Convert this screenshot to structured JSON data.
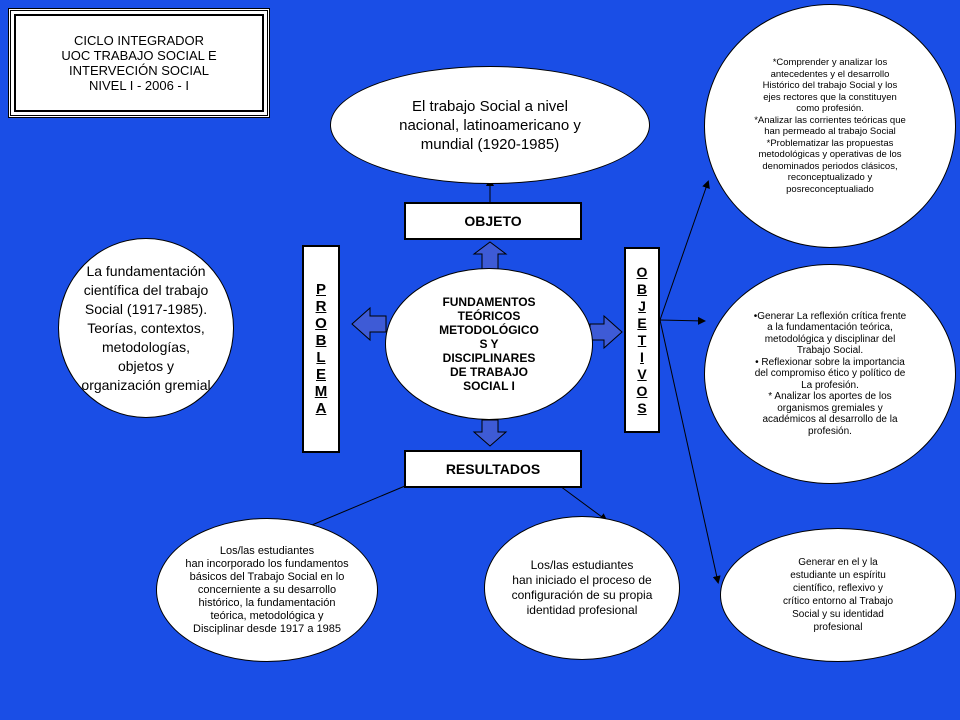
{
  "header": {
    "line1": "CICLO INTEGRADOR",
    "line2": "UOC TRABAJO SOCIAL E",
    "line3": "INTERVECIÓN SOCIAL",
    "line4": "NIVEL I - 2006 - I"
  },
  "center": {
    "title": "FUNDAMENTOS\nTEÓRICOS\nMETODOLÓGICO\nS Y\nDISCIPLINARES\nDE TRABAJO\nSOCIAL I"
  },
  "objeto": {
    "label": "OBJETO",
    "ellipse_text": "El trabajo Social a nivel\nnacional, latinoamericano y\nmundial (1920-1985)"
  },
  "problema": {
    "letters": [
      "P",
      "R",
      "O",
      "B",
      "L",
      "E",
      "M",
      "A"
    ],
    "ellipse_text": "La fundamentación\ncientífica del trabajo\nSocial (1917-1985).\nTeorías, contextos,\nmetodologías,\nobjetos y\norganización gremial"
  },
  "objetivos": {
    "letters": [
      "O",
      "B",
      "J",
      "E",
      "T",
      "I",
      "V",
      "O",
      "S"
    ],
    "top_text": "*Comprender y analizar los\nantecedentes y el desarrollo\nHistórico del trabajo Social y los\nejes rectores que la constituyen\ncomo profesión.\n*Analizar las corrientes teóricas que\nhan permeado al trabajo Social\n*Problematizar las propuestas\nmetodológicas y operativas de los\ndenominados periodos clásicos,\nreconceptualizado y\nposreconceptualiado",
    "middle_text_1": "•Generar La reflexión crítica frente\na la fundamentación teórica,\nmetodológica y disciplinar del\nTrabajo Social.",
    "middle_text_2": "• Reflexionar sobre la importancia\ndel compromiso ético y político de\nLa profesión.",
    "middle_text_3": "* Analizar los aportes de los\norganismos gremiales y\nacadémicos al desarrollo de la\nprofesión.",
    "bottom_text": "Generar en el y la\nestudiante un espíritu\ncientífico, reflexivo y\ncrítico entorno al Trabajo\nSocial y su identidad\nprofesional"
  },
  "resultados": {
    "label": "RESULTADOS",
    "left_text": "Los/las estudiantes\nhan incorporado los fundamentos\nbásicos del Trabajo Social en lo\nconcerniente a su desarrollo\nhistórico, la fundamentación\nteórica, metodológica y\nDisciplinar desde 1917 a 1985",
    "right_text": "Los/las estudiantes\nhan iniciado el proceso de\nconfiguración de su propia\nidentidad profesional"
  }
}
